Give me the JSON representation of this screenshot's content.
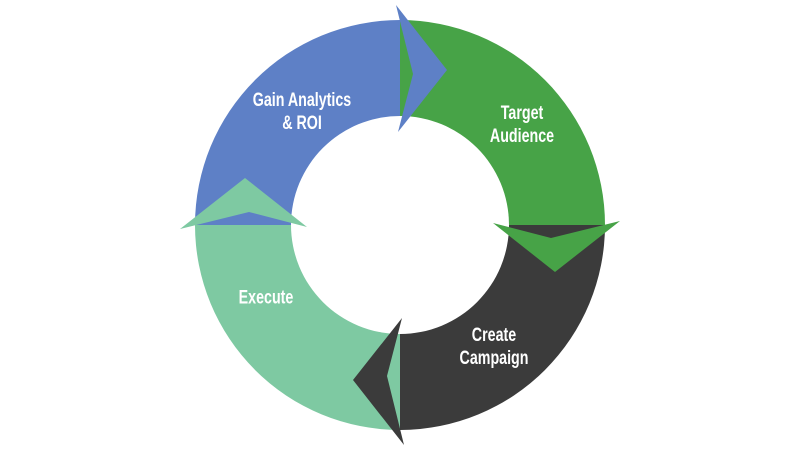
{
  "diagram": {
    "type": "cycle",
    "flow_direction": "clockwise",
    "background_color": "#FFFFFF",
    "label_text_color": "#FFFFFF",
    "steps": [
      {
        "label": "Gain Analytics & ROI",
        "lines": [
          "Gain Analytics",
          "& ROI"
        ],
        "color": "#5E80C6",
        "position": "top-left"
      },
      {
        "label": "Target Audience",
        "lines": [
          "Target",
          "Audience"
        ],
        "color": "#47A347",
        "position": "top-right"
      },
      {
        "label": "Create Campaign",
        "lines": [
          "Create",
          "Campaign"
        ],
        "color": "#3B3B3B",
        "position": "bottom-right"
      },
      {
        "label": "Execute",
        "lines": [
          "Execute"
        ],
        "color": "#7EC9A2",
        "position": "bottom-left"
      }
    ]
  }
}
